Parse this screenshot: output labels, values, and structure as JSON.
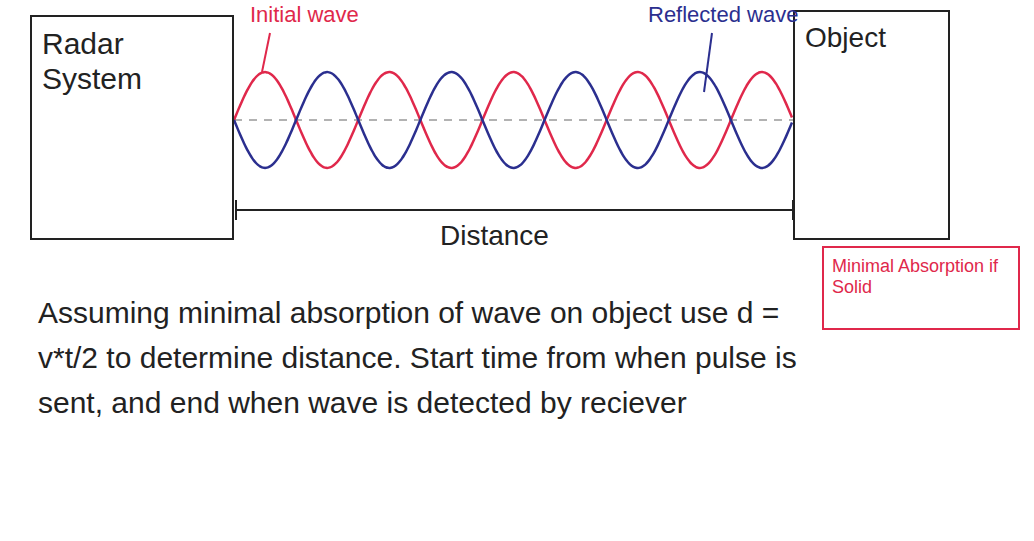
{
  "diagram": {
    "nodes": [
      {
        "text": [
          "Radar System"
        ]
      },
      {
        "text": [
          "Object"
        ]
      },
      {
        "text": [
          "Minimal Absorption if Solid"
        ]
      }
    ],
    "labels": [
      "Initial wave",
      "Reflected wave",
      "Distance",
      "Assuming minimal absorption of wave on object use d = v*t/2 to determine distance. Start time from when pulse is sent, and end when wave is detected by reciever"
    ]
  }
}
